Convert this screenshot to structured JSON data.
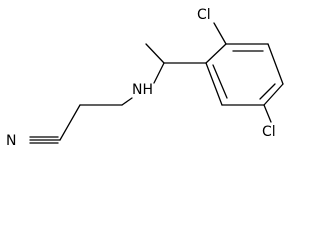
{
  "atoms": {
    "cl_top": "Cl",
    "cl_bottom": "Cl",
    "amine": "NH",
    "nitrile_n": "N"
  }
}
